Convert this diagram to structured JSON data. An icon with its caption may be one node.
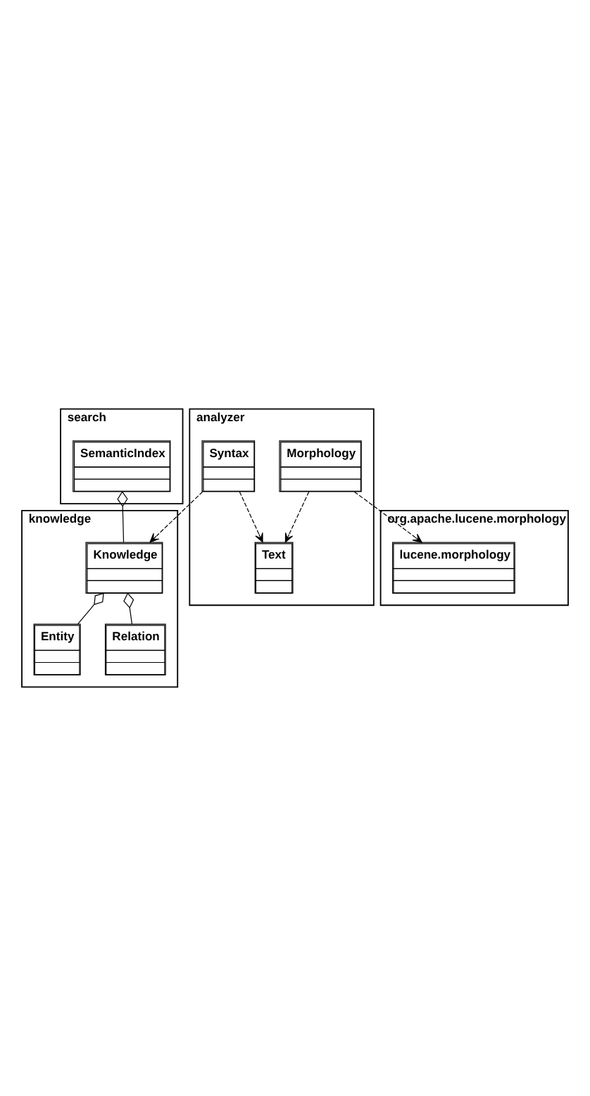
{
  "diagram": {
    "nodes": [
      {
        "text": [
          "search"
        ]
      },
      {
        "text": [
          "SemanticIndex"
        ],
        "in": 0
      },
      {
        "text": [
          "knowledge"
        ]
      },
      {
        "text": [
          "Knowledge"
        ],
        "in": 2
      },
      {
        "text": [
          "Entity"
        ],
        "in": 2
      },
      {
        "text": [
          "Relation"
        ],
        "in": 2
      },
      {
        "text": [
          "analyzer"
        ]
      },
      {
        "text": [
          "Morphology"
        ],
        "in": 6
      },
      {
        "text": [
          "Text"
        ],
        "in": 6
      },
      {
        "text": [
          "Syntax"
        ],
        "in": 6
      },
      {
        "text": [
          "org.apache.lucene.morphology"
        ]
      },
      {
        "text": [
          "lucene.morphology"
        ],
        "in": 10
      }
    ],
    "edges": [
      {
        "from": 3,
        "to": 1,
        "arrow": "other"
      },
      {
        "from": 4,
        "to": 3,
        "arrow": "other"
      },
      {
        "from": 5,
        "to": 3,
        "arrow": "other"
      },
      {
        "from": 9,
        "to": 3,
        "arrow": "to",
        "style": "dashed"
      },
      {
        "from": 7,
        "to": 8,
        "arrow": "to",
        "style": "dashed"
      },
      {
        "from": 9,
        "to": 8,
        "arrow": "to",
        "style": "dashed"
      },
      {
        "from": 7,
        "to": 11,
        "arrow": "to",
        "style": "dashed"
      }
    ]
  }
}
